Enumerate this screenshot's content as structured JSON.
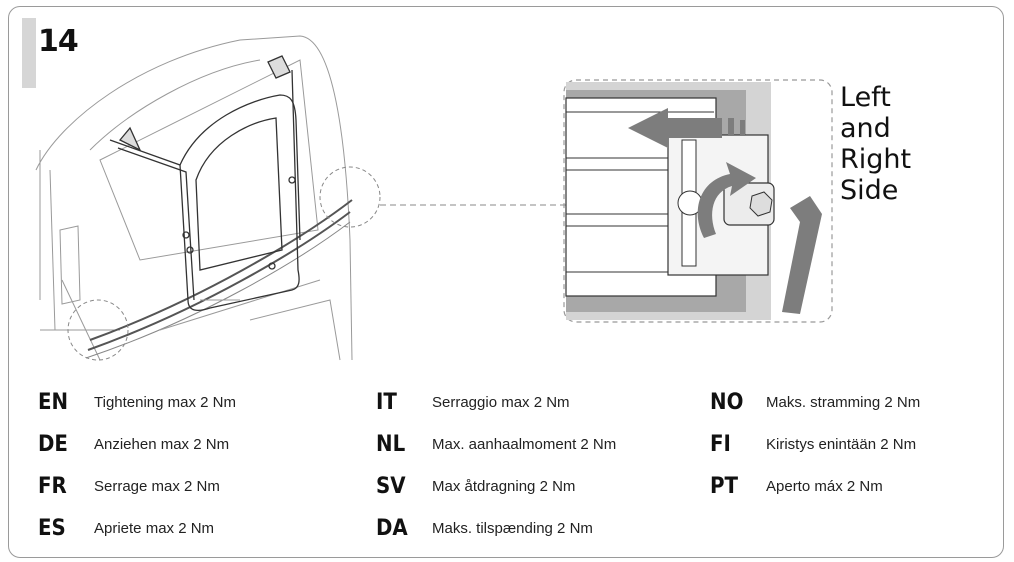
{
  "step": {
    "number": "14"
  },
  "callout": {
    "lines": [
      "Left",
      "and",
      "Right",
      "Side"
    ]
  },
  "instructions": [
    {
      "code": "EN",
      "text": "Tightening max 2 Nm"
    },
    {
      "code": "DE",
      "text": "Anziehen max 2 Nm"
    },
    {
      "code": "FR",
      "text": "Serrage max 2 Nm"
    },
    {
      "code": "ES",
      "text": "Apriete max 2 Nm"
    },
    {
      "code": "IT",
      "text": "Serraggio max 2 Nm"
    },
    {
      "code": "NL",
      "text": "Max. aanhaalmoment 2 Nm"
    },
    {
      "code": "SV",
      "text": "Max åtdragning 2 Nm"
    },
    {
      "code": "DA",
      "text": "Maks. tilspænding 2 Nm"
    },
    {
      "code": "NO",
      "text": "Maks. stramming 2 Nm"
    },
    {
      "code": "FI",
      "text": "Kiristys enintään 2 Nm"
    },
    {
      "code": "PT",
      "text": "Aperto máx 2 Nm"
    }
  ],
  "colors": {
    "frame": "#9a9a9a",
    "arrow": "#7d7d7d",
    "shade": "#d4d4d4"
  },
  "icons": [
    "van-rear-illustration",
    "bike-carrier-frame",
    "mounting-detail",
    "hex-key-icon",
    "rotation-arrow-icon",
    "direction-arrow-icon"
  ]
}
